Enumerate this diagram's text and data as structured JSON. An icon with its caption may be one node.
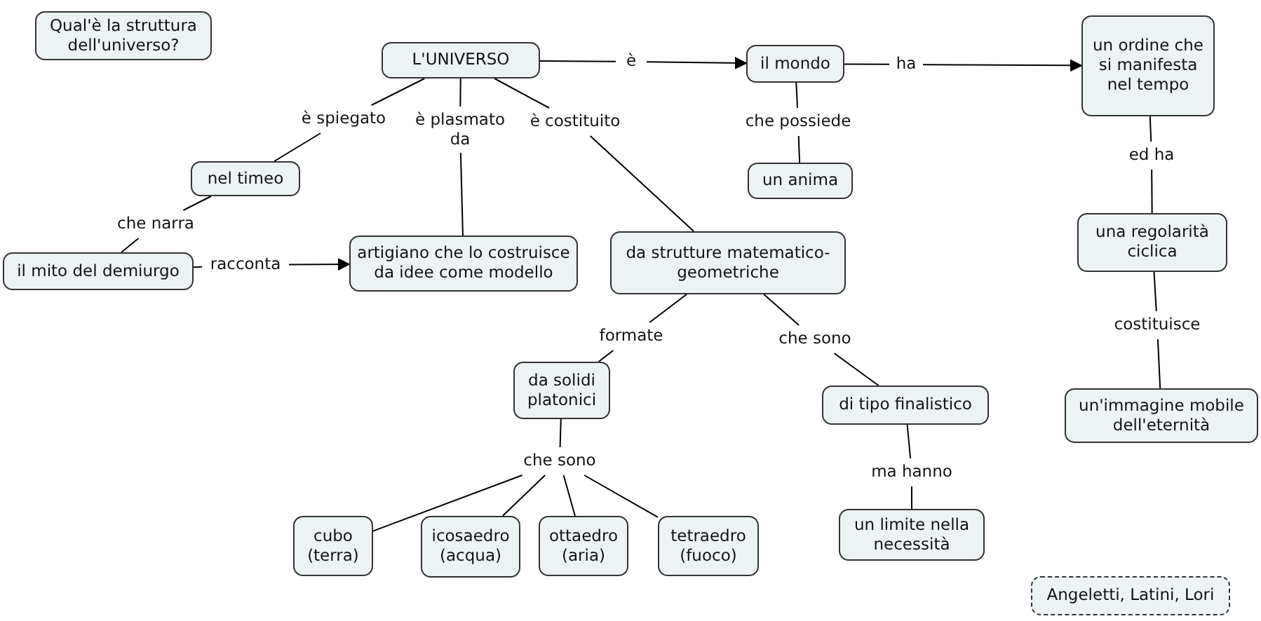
{
  "diagram": {
    "nodes": [
      {
        "text": [
          "Qual'è la struttura dell'universo?"
        ]
      },
      {
        "text": [
          "L'UNIVERSO"
        ]
      },
      {
        "text": [
          "è"
        ]
      },
      {
        "text": [
          "il mondo"
        ]
      },
      {
        "text": [
          "ha"
        ]
      },
      {
        "text": [
          "un ordine che si manifesta nel tempo"
        ]
      },
      {
        "text": [
          "è spiegato"
        ]
      },
      {
        "text": [
          "è plasmato da"
        ]
      },
      {
        "text": [
          "è costituito"
        ]
      },
      {
        "text": [
          "che possiede"
        ]
      },
      {
        "text": [
          "ed ha"
        ]
      },
      {
        "text": [
          "un anima"
        ]
      },
      {
        "text": [
          "nel timeo"
        ]
      },
      {
        "text": [
          "che narra"
        ]
      },
      {
        "text": [
          "una regolarità ciclica"
        ]
      },
      {
        "text": [
          "il mito del demiurgo"
        ]
      },
      {
        "text": [
          "racconta"
        ]
      },
      {
        "text": [
          "artigiano che lo costruisce da idee come modello"
        ]
      },
      {
        "text": [
          "da strutture matematico-geometriche"
        ]
      },
      {
        "text": [
          "costituisce"
        ]
      },
      {
        "text": [
          "formate"
        ]
      },
      {
        "text": [
          "che sono"
        ]
      },
      {
        "text": [
          "da solidi platonici"
        ]
      },
      {
        "text": [
          "di tipo finalistico"
        ]
      },
      {
        "text": [
          "un'immagine mobile dell'eternità"
        ]
      },
      {
        "text": [
          "che sono"
        ]
      },
      {
        "text": [
          "ma hanno"
        ]
      },
      {
        "text": [
          "cubo (terra)"
        ]
      },
      {
        "text": [
          "icosaedro (acqua)"
        ]
      },
      {
        "text": [
          "ottaedro (aria)"
        ]
      },
      {
        "text": [
          "tetraedro (fuoco)"
        ]
      },
      {
        "text": [
          "un limite nella necessità"
        ]
      },
      {
        "text": [
          "Angeletti, Latini, Lori"
        ]
      }
    ],
    "edges": [
      {
        "from": 1,
        "to": 2,
        "arrow": "none"
      },
      {
        "from": 2,
        "to": 3,
        "arrow": "to"
      },
      {
        "from": 3,
        "to": 4,
        "arrow": "none"
      },
      {
        "from": 4,
        "to": 5,
        "arrow": "to"
      },
      {
        "from": 1,
        "to": 6,
        "arrow": "none"
      },
      {
        "from": 6,
        "to": 12,
        "arrow": "none"
      },
      {
        "from": 1,
        "to": 7,
        "arrow": "none"
      },
      {
        "from": 7,
        "to": 17,
        "arrow": "none"
      },
      {
        "from": 1,
        "to": 8,
        "arrow": "none"
      },
      {
        "from": 8,
        "to": 18,
        "arrow": "none"
      },
      {
        "from": 3,
        "to": 9,
        "arrow": "none"
      },
      {
        "from": 9,
        "to": 11,
        "arrow": "none"
      },
      {
        "from": 5,
        "to": 10,
        "arrow": "none"
      },
      {
        "from": 10,
        "to": 14,
        "arrow": "none"
      },
      {
        "from": 12,
        "to": 13,
        "arrow": "none"
      },
      {
        "from": 13,
        "to": 15,
        "arrow": "none"
      },
      {
        "from": 15,
        "to": 16,
        "arrow": "none"
      },
      {
        "from": 16,
        "to": 17,
        "arrow": "to"
      },
      {
        "from": 14,
        "to": 19,
        "arrow": "none"
      },
      {
        "from": 19,
        "to": 24,
        "arrow": "none"
      },
      {
        "from": 18,
        "to": 20,
        "arrow": "none"
      },
      {
        "from": 20,
        "to": 22,
        "arrow": "none"
      },
      {
        "from": 18,
        "to": 21,
        "arrow": "none"
      },
      {
        "from": 21,
        "to": 23,
        "arrow": "none"
      },
      {
        "from": 22,
        "to": 25,
        "arrow": "none"
      },
      {
        "from": 25,
        "to": 27,
        "arrow": "none"
      },
      {
        "from": 25,
        "to": 28,
        "arrow": "none"
      },
      {
        "from": 25,
        "to": 29,
        "arrow": "none"
      },
      {
        "from": 25,
        "to": 30,
        "arrow": "none"
      },
      {
        "from": 23,
        "to": 26,
        "arrow": "none"
      },
      {
        "from": 26,
        "to": 31,
        "arrow": "none"
      }
    ]
  }
}
